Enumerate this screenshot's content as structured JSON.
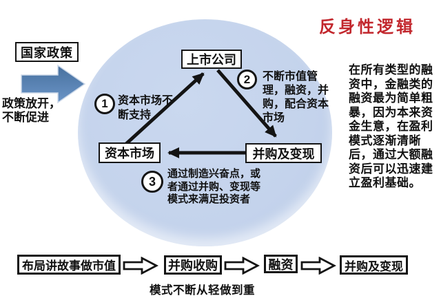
{
  "title": "反身性逻辑",
  "colors": {
    "title_red": "#c2272d",
    "circle_fill": "#c5d4ec",
    "policy_arrow_blue": "#4a79b0",
    "line_black": "#141414"
  },
  "icons": {
    "policy_arrow": "blue-right-block-arrow",
    "flow_arrow": "hollow-right-block-arrow",
    "cycle_arrows": "black-triangle-cycle-arrows"
  },
  "left_panel": {
    "policy_box_label": "国家政策",
    "note_lines": [
      "政策放开，",
      "不断促进"
    ]
  },
  "cycle": {
    "top_node": "上市公司",
    "left_node": "资本市场",
    "right_node": "并购及变现",
    "steps": [
      {
        "num": "1",
        "lines": [
          "资本市场不",
          "断支持"
        ]
      },
      {
        "num": "2",
        "lines": [
          "不断市值管",
          "理，融资，并",
          "购，配合资本",
          "市场"
        ]
      },
      {
        "num": "3",
        "lines": [
          "通过制造兴奋点，或",
          "者通过并购、变现等",
          "模式来满足投资者"
        ]
      }
    ]
  },
  "right_text": {
    "full": "在所有类型的融资中，金融类的融资最为简单粗暴，因为本来资金生意，在盈利模式逐渐清晰后，通过大额融资后可以迅速建立盈利基础。",
    "lines": [
      "在所有类型的融",
      "资中，金融类的",
      "融资最为简单粗",
      "暴，因为本来资",
      "金生意，在盈利",
      "模式逐渐清晰",
      "后，通过大额融",
      "资后可以迅速建",
      "立盈利基础。"
    ]
  },
  "bottom_flow": {
    "steps": [
      "布局讲故事做市值",
      "并购收购",
      "融资",
      "并购及变现"
    ],
    "caption": "模式不断从轻做到重"
  }
}
